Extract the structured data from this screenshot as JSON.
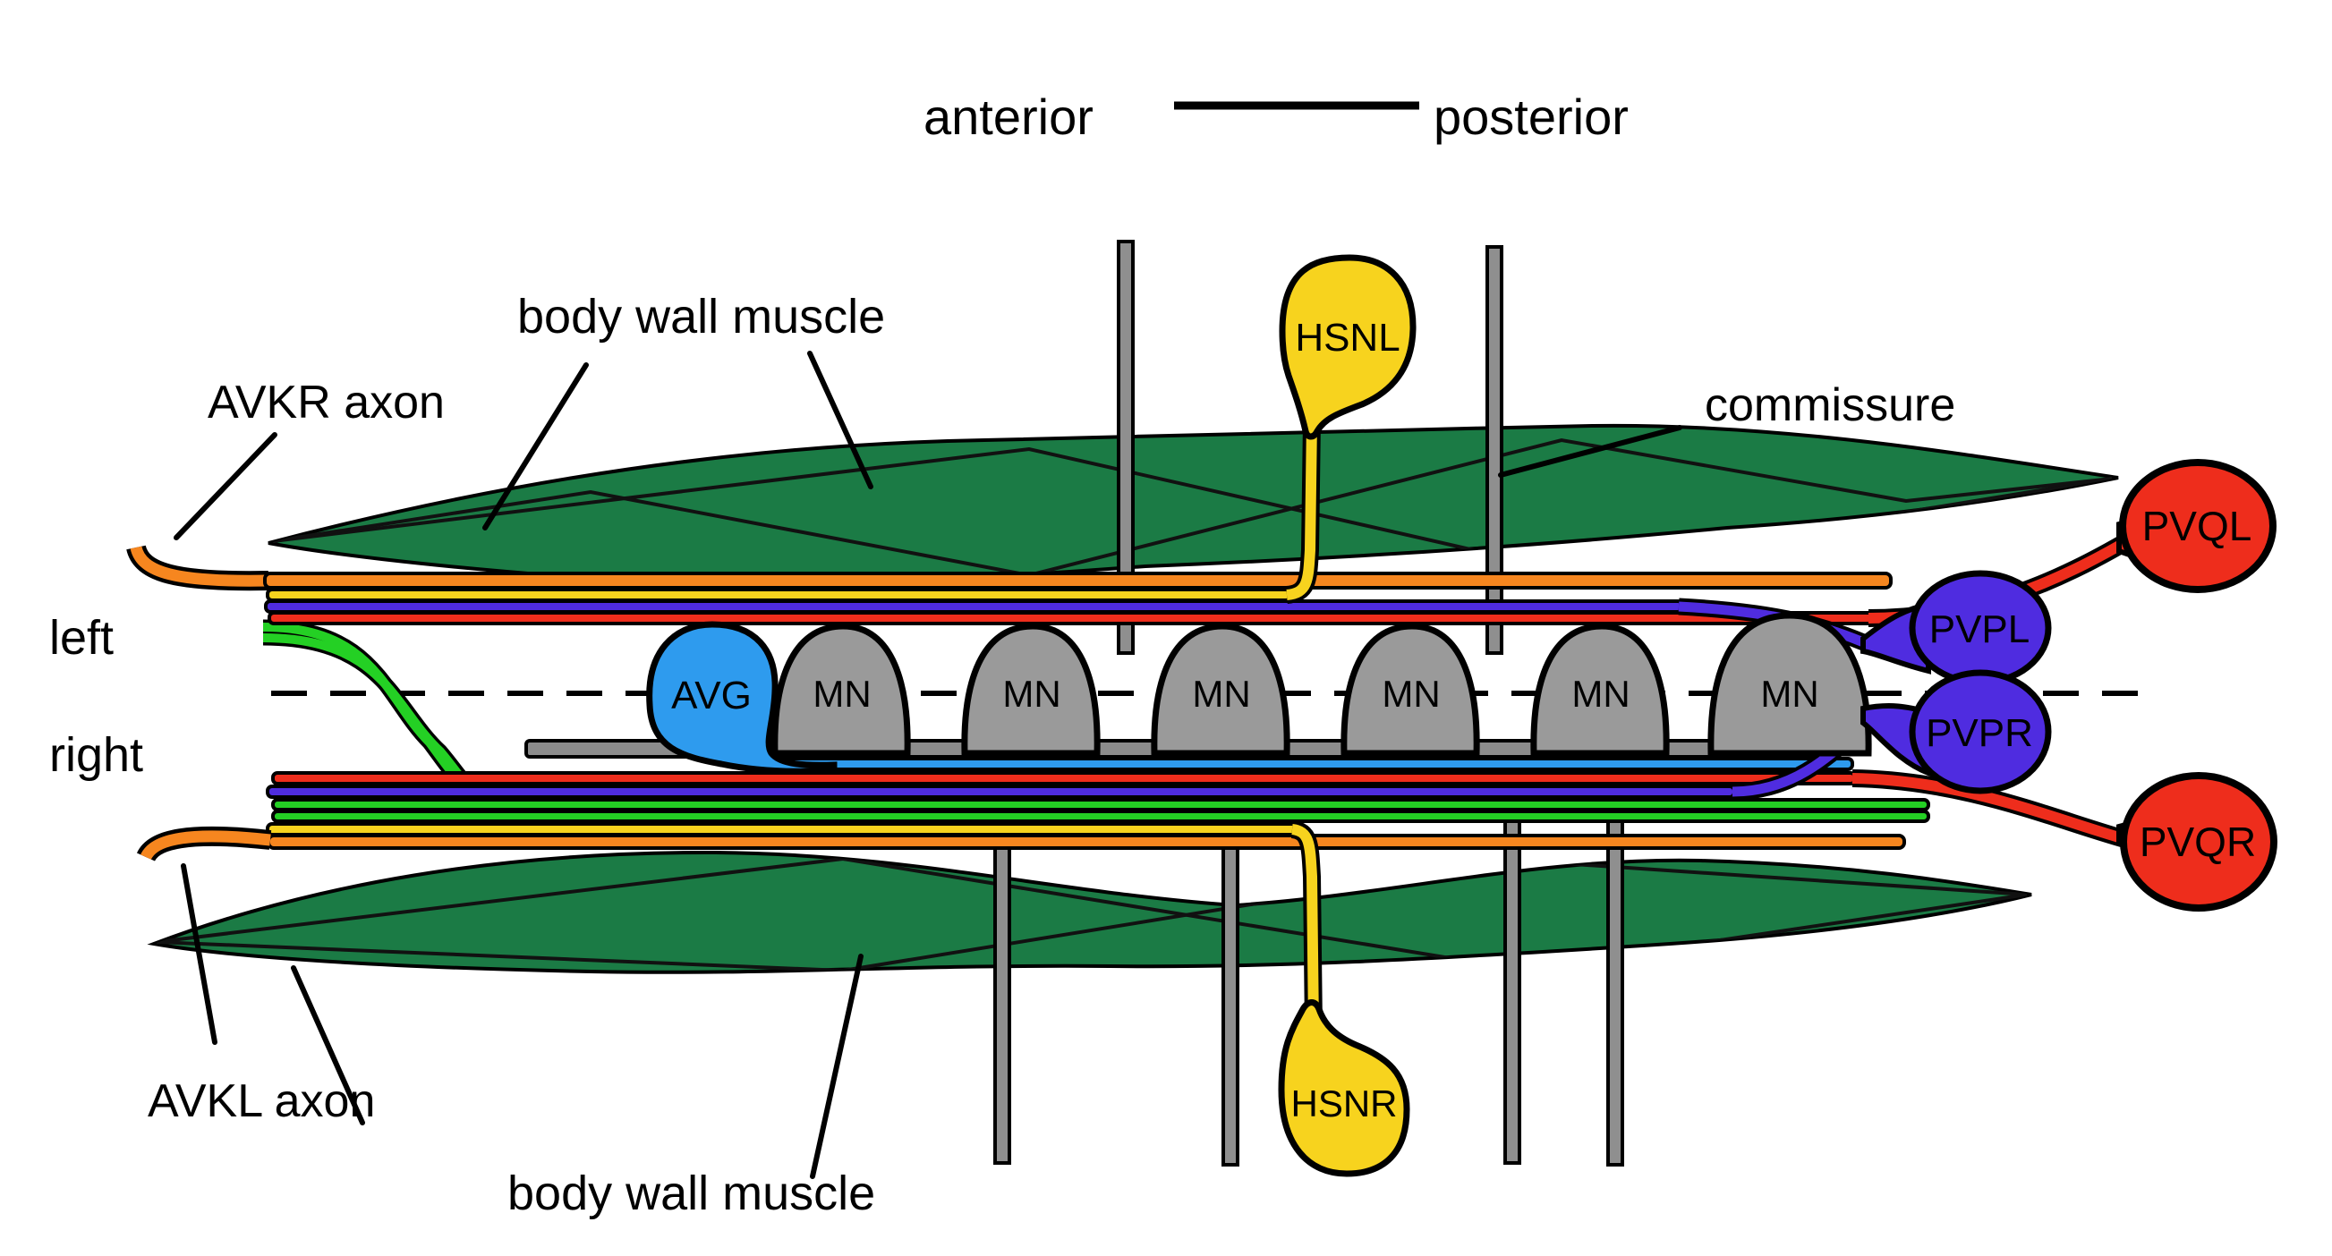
{
  "title": {
    "anterior": "anterior",
    "posterior": "posterior"
  },
  "labels": {
    "body_wall_muscle_top": "body wall muscle",
    "avkr_axon": "AVKR axon",
    "left": "left",
    "right": "right",
    "commissure": "commissure",
    "avkl_axon": "AVKL axon",
    "body_wall_muscle_bottom": "body wall muscle"
  },
  "cells": {
    "hsnl": "HSNL",
    "hsnr": "HSNR",
    "avg": "AVG",
    "mn": "MN",
    "pvql": "PVQL",
    "pvpl": "PVPL",
    "pvpr": "PVPR",
    "pvqr": "PVQR"
  },
  "colors": {
    "muscle_green": "#1B7B45",
    "axon_orange": "#F6861F",
    "axon_yellow": "#F7D31E",
    "axon_purple": "#4F2CE0",
    "axon_red": "#EE2D1C",
    "axon_green": "#24D024",
    "axon_blue": "#2E9BEE",
    "cell_gray": "#9A9A9A",
    "commissure_gray": "#8F8F8F",
    "outline_black": "#000000"
  }
}
